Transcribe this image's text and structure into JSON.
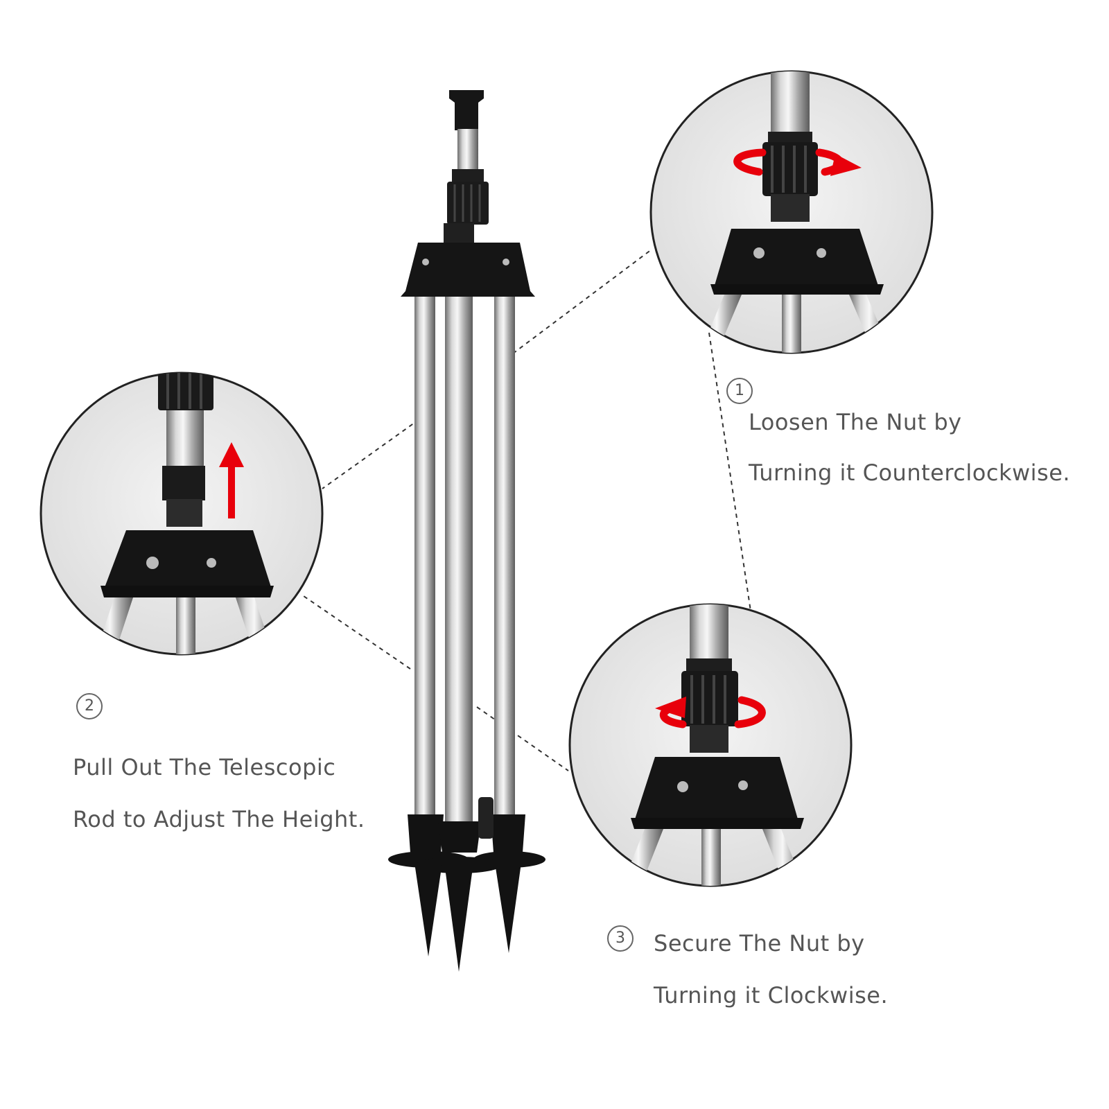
{
  "colors": {
    "background": "#ffffff",
    "text": "#555555",
    "arrow": "#e8000b",
    "plastic": "#1a1a1a",
    "steel_light": "#f2f2f2",
    "steel_dark": "#6e6e6e",
    "circle_bg": "#e9e9e9",
    "circle_border": "#222222"
  },
  "icons": {
    "step1_arrow": "counterclockwise-rotate-arrow-icon",
    "step2_arrow": "up-arrow-icon",
    "step3_arrow": "clockwise-rotate-arrow-icon"
  },
  "steps": [
    {
      "number": "1",
      "line1": "Loosen The Nut by",
      "line2": "Turning it Counterclockwise."
    },
    {
      "number": "2",
      "line1": "Pull Out The Telescopic",
      "line2": "Rod to Adjust The Height."
    },
    {
      "number": "3",
      "line1": "Secure The Nut by",
      "line2": "Turning it Clockwise."
    }
  ]
}
